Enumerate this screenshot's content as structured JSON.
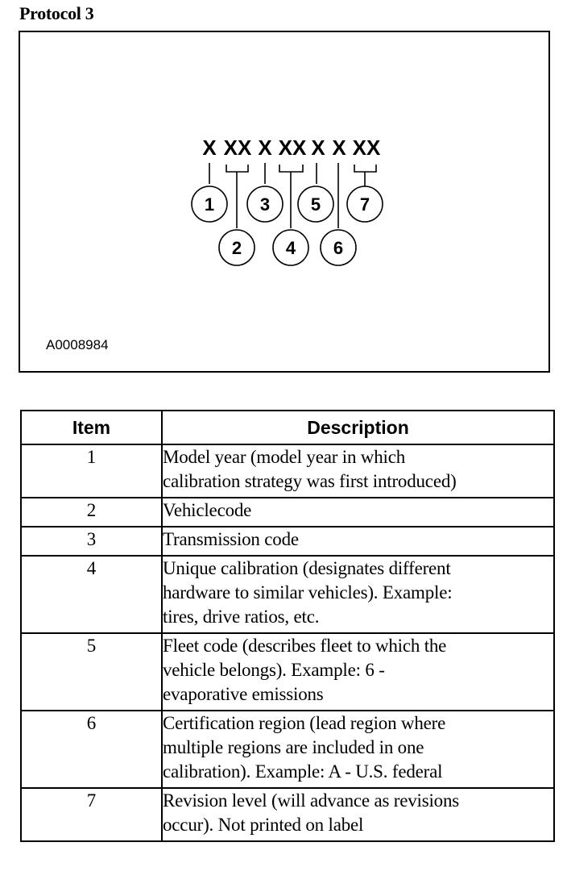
{
  "title": "Protocol 3",
  "figure": {
    "code_glyphs": [
      "X",
      "XX",
      "X",
      "XX",
      "X",
      "X",
      "XX"
    ],
    "callouts": [
      "1",
      "2",
      "3",
      "4",
      "5",
      "6",
      "7"
    ],
    "figure_id": "A0008984"
  },
  "table": {
    "headers": {
      "item": "Item",
      "description": "Description"
    },
    "rows": [
      {
        "item": "1",
        "lines": [
          "Model year (model year in which",
          "calibration strategy was first introduced)"
        ]
      },
      {
        "item": "2",
        "lines": [
          "Vehiclecode"
        ]
      },
      {
        "item": "3",
        "lines": [
          "Transmission code"
        ]
      },
      {
        "item": "4",
        "lines": [
          "Unique calibration (designates different",
          "hardware to similar vehicles). Example:",
          "tires, drive ratios, etc."
        ]
      },
      {
        "item": "5",
        "lines": [
          "Fleet code (describes fleet to which the",
          "vehicle belongs). Example: 6 -",
          "evaporative emissions"
        ]
      },
      {
        "item": "6",
        "lines": [
          "Certification region (lead region where",
          "multiple regions are included in one",
          "calibration). Example: A - U.S. federal"
        ]
      },
      {
        "item": "7",
        "lines": [
          "Revision level (will advance as revisions",
          "occur). Not printed on label"
        ]
      }
    ]
  }
}
